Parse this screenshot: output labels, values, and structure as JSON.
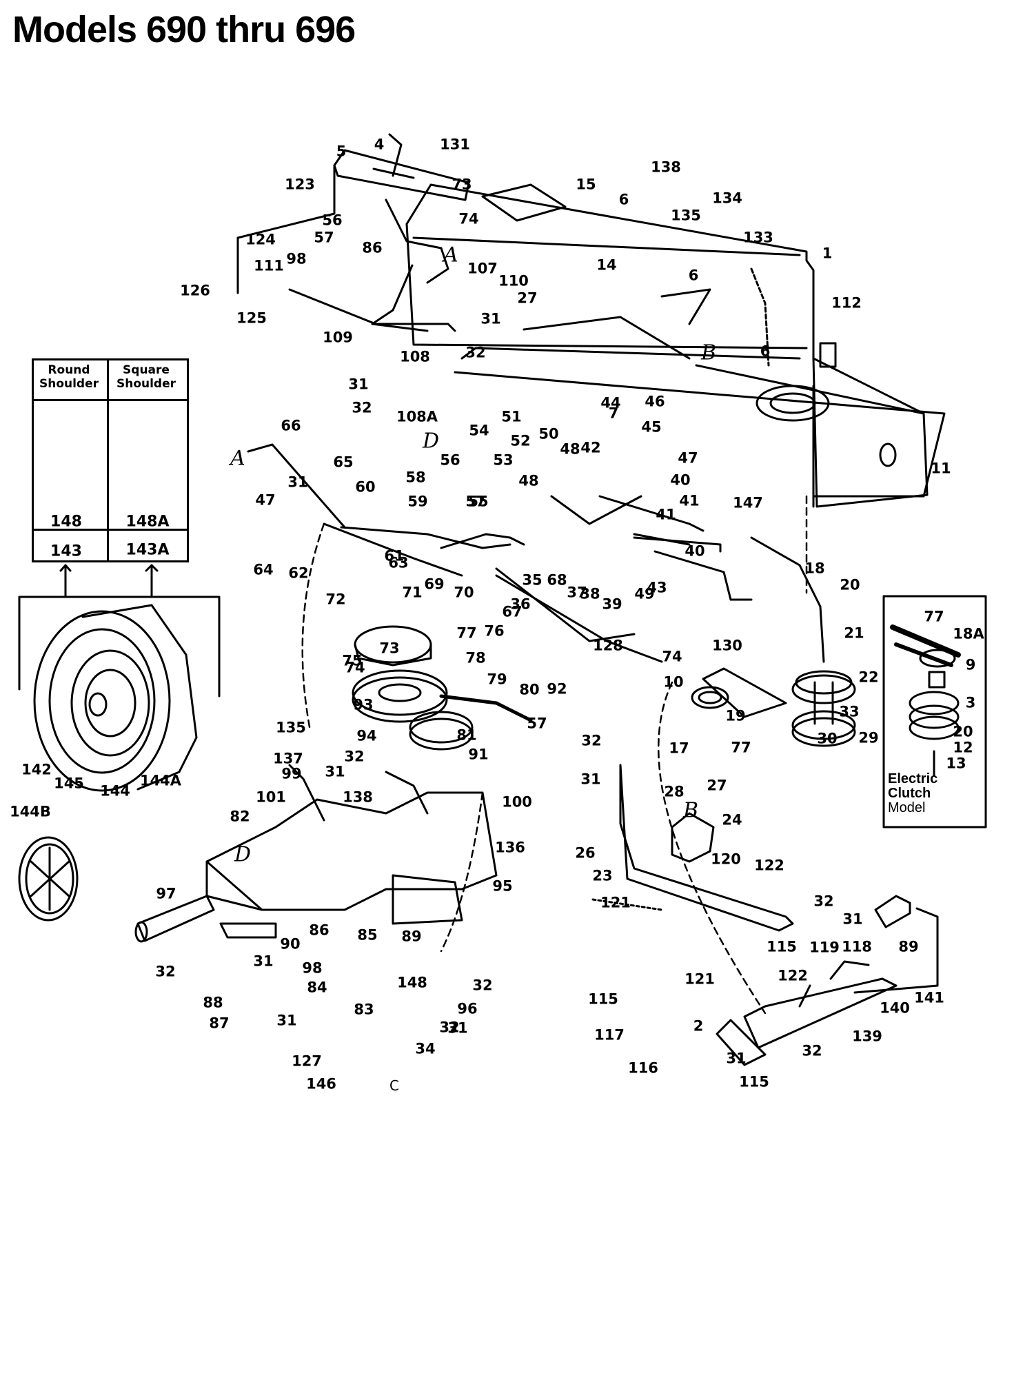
{
  "title": "Models 690 thru 696",
  "shoulder_inset": {
    "columns": [
      {
        "heading_line1": "Round",
        "heading_line2": "Shoulder",
        "part": "148",
        "tire_part": "143"
      },
      {
        "heading_line1": "Square",
        "heading_line2": "Shoulder",
        "part": "148A",
        "tire_part": "143A"
      }
    ]
  },
  "clutch_inset": {
    "label_line1": "Electric",
    "label_line2": "Clutch",
    "label_line3": "Model",
    "callouts": [
      "77",
      "18A",
      "9",
      "3",
      "20",
      "12",
      "13"
    ]
  },
  "reference_letters": [
    "A",
    "A",
    "B",
    "B",
    "D",
    "D",
    "C"
  ],
  "callouts": [
    "5",
    "4",
    "131",
    "123",
    "73",
    "74",
    "56",
    "57",
    "124",
    "98",
    "86",
    "111",
    "126",
    "125",
    "109",
    "108",
    "108A",
    "31",
    "32",
    "107",
    "110",
    "27",
    "31",
    "32",
    "15",
    "6",
    "14",
    "138",
    "135",
    "134",
    "133",
    "6",
    "1",
    "112",
    "6",
    "11",
    "147",
    "66",
    "65",
    "60",
    "58",
    "59",
    "57",
    "56",
    "55",
    "54",
    "53",
    "52",
    "51",
    "50",
    "48",
    "48",
    "42",
    "44",
    "7",
    "46",
    "45",
    "47",
    "40",
    "41",
    "41",
    "43",
    "49",
    "40",
    "39",
    "38",
    "37",
    "36",
    "35",
    "68",
    "67",
    "47",
    "31",
    "64",
    "62",
    "61",
    "63",
    "69",
    "70",
    "71",
    "72",
    "75",
    "74",
    "73",
    "77",
    "76",
    "78",
    "79",
    "80",
    "57",
    "92",
    "93",
    "94",
    "32",
    "31",
    "81",
    "91",
    "100",
    "136",
    "138",
    "135",
    "137",
    "99",
    "101",
    "82",
    "95",
    "97",
    "90",
    "86",
    "85",
    "89",
    "148",
    "98",
    "31",
    "32",
    "88",
    "87",
    "84",
    "83",
    "96",
    "32",
    "31",
    "31",
    "32",
    "34",
    "127",
    "146",
    "128",
    "74",
    "130",
    "10",
    "19",
    "17",
    "77",
    "18",
    "20",
    "21",
    "22",
    "33",
    "29",
    "30",
    "32",
    "31",
    "28",
    "27",
    "24",
    "26",
    "23",
    "122",
    "121",
    "120",
    "32",
    "31",
    "115",
    "119",
    "118",
    "89",
    "122",
    "121",
    "115",
    "117",
    "2",
    "116",
    "115",
    "31",
    "32",
    "139",
    "140",
    "141",
    "142",
    "145",
    "144",
    "144A",
    "144B"
  ]
}
